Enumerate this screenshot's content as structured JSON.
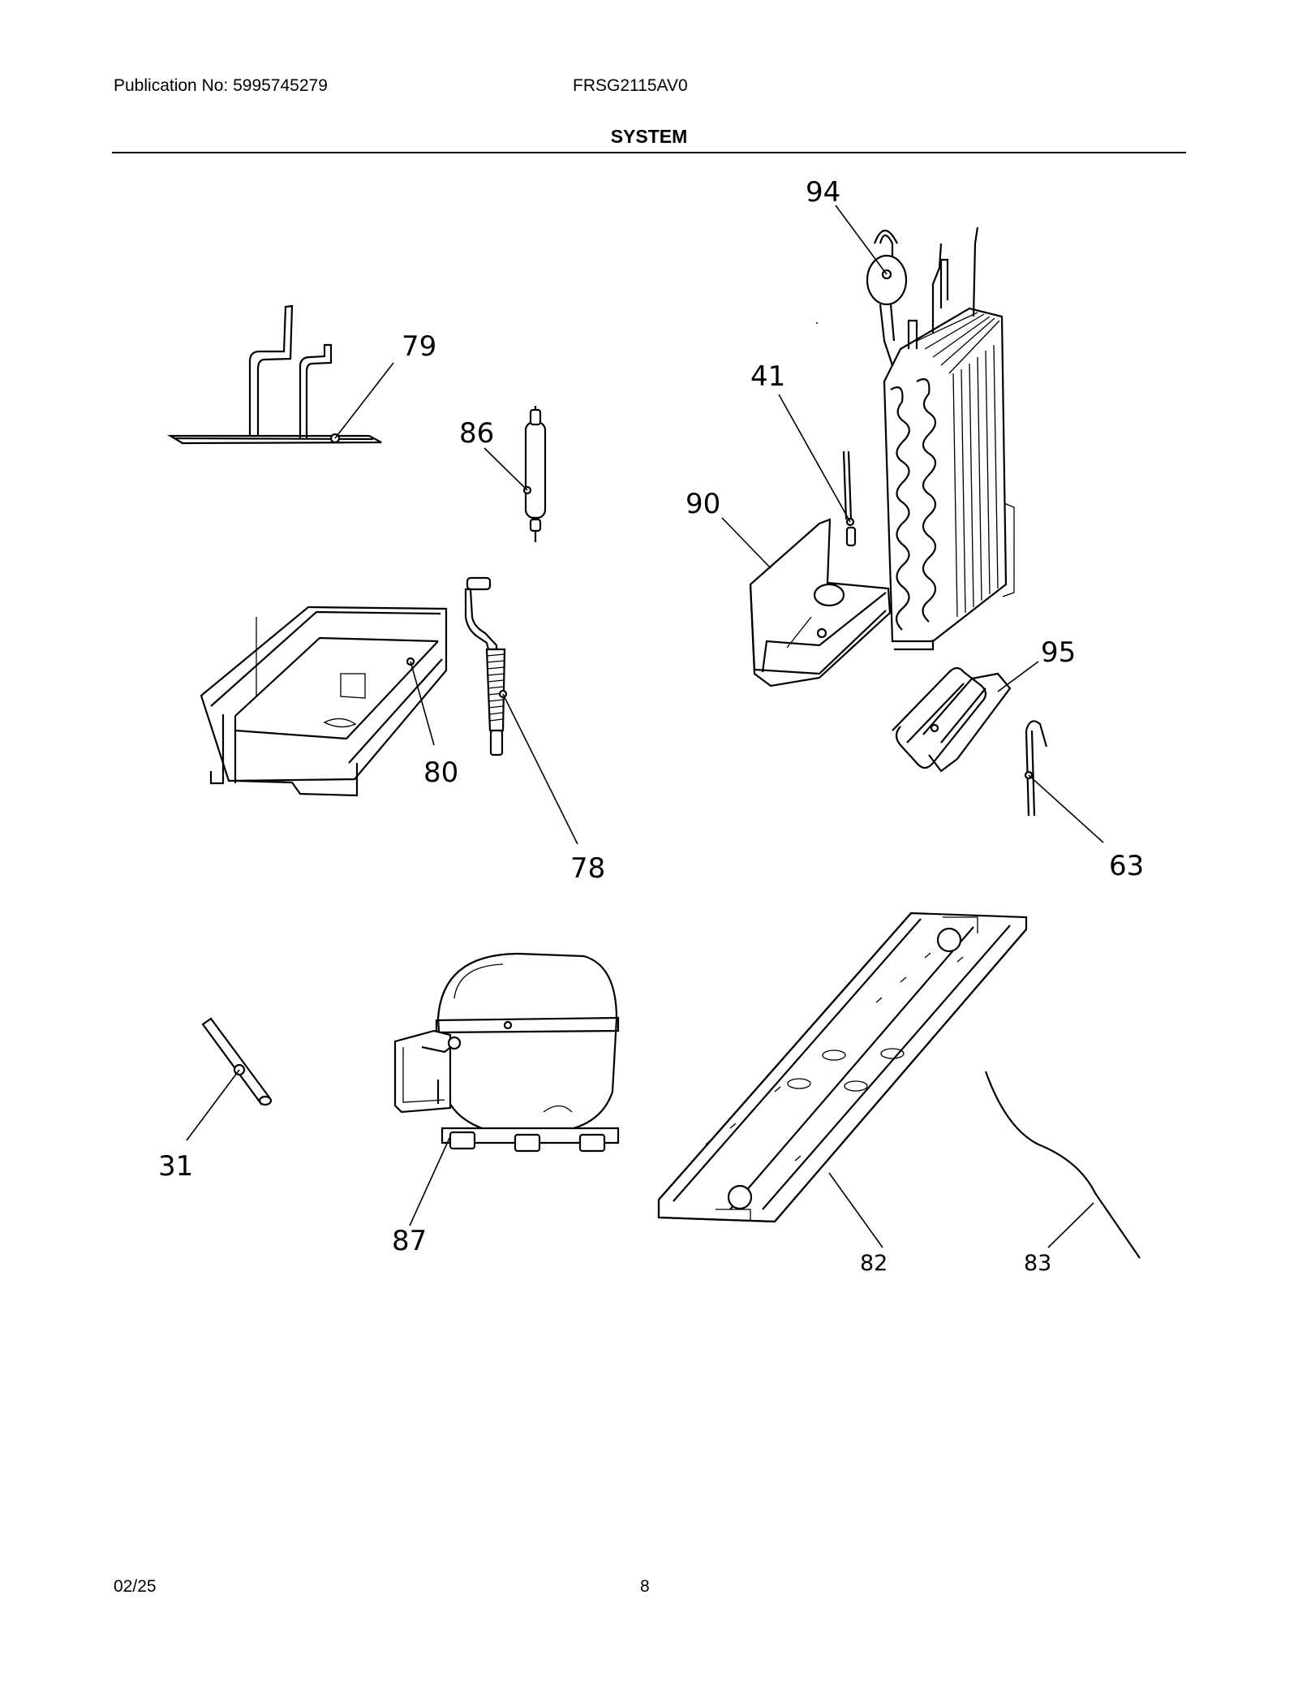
{
  "header": {
    "publication": "Publication No: 5995745279",
    "model": "FRSG2115AV0",
    "section_title": "SYSTEM"
  },
  "callouts": [
    "94",
    "79",
    "41",
    "86",
    "90",
    "95",
    "80",
    "78",
    "63",
    "31",
    "87",
    "82",
    "83"
  ],
  "footer": {
    "date": "02/25",
    "page": "8"
  }
}
